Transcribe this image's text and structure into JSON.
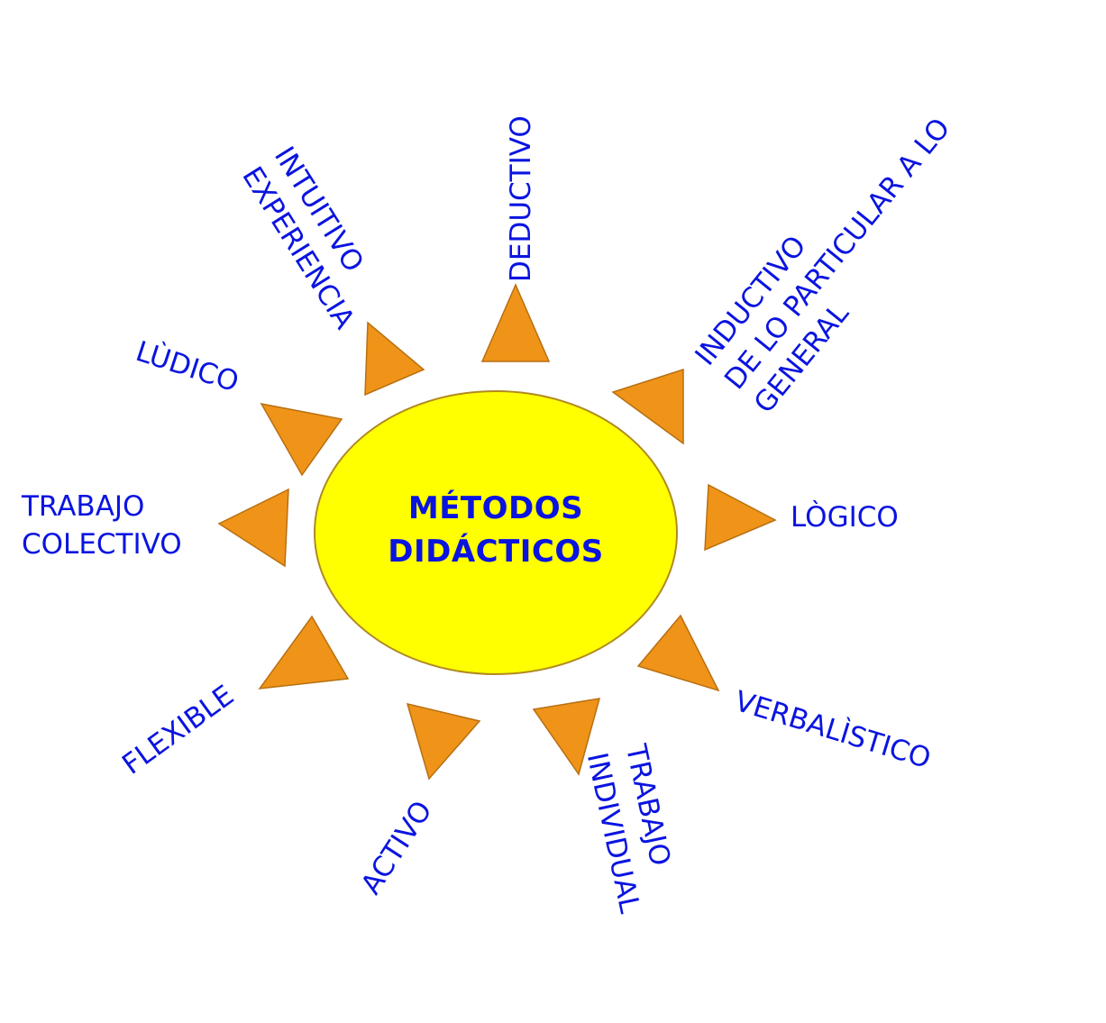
{
  "diagram": {
    "type": "sun-diagram",
    "colors": {
      "background": "#ffffff",
      "sun_fill": "#ffff00",
      "sun_stroke": "#b08a20",
      "ray_fill": "#ef9419",
      "ray_stroke": "#b86f10",
      "text": "#0a14e0"
    },
    "center": {
      "line1": "MÉTODOS",
      "line2": "DIDÁCTICOS"
    },
    "rays": [
      {
        "id": "deductivo",
        "lines": [
          "DEDUCTIVO"
        ]
      },
      {
        "id": "inductivo",
        "lines": [
          "INDUCTIVO",
          "DE LO PARTICULAR A LO",
          "GENERAL"
        ]
      },
      {
        "id": "logico",
        "lines": [
          "LÒGICO"
        ]
      },
      {
        "id": "verbalistico",
        "lines": [
          "VERBALÌSTICO"
        ]
      },
      {
        "id": "trabajo-individual",
        "lines": [
          "TRABAJO",
          "INDIVIDUAL"
        ]
      },
      {
        "id": "activo",
        "lines": [
          "ACTIVO"
        ]
      },
      {
        "id": "flexible",
        "lines": [
          "FLEXIBLE"
        ]
      },
      {
        "id": "trabajo-colectivo",
        "lines": [
          "TRABAJO",
          "COLECTIVO"
        ]
      },
      {
        "id": "ludico",
        "lines": [
          "LÙDICO"
        ]
      },
      {
        "id": "intuitivo",
        "lines": [
          "INTUITIVO",
          "EXPERIENCIA"
        ]
      }
    ]
  }
}
